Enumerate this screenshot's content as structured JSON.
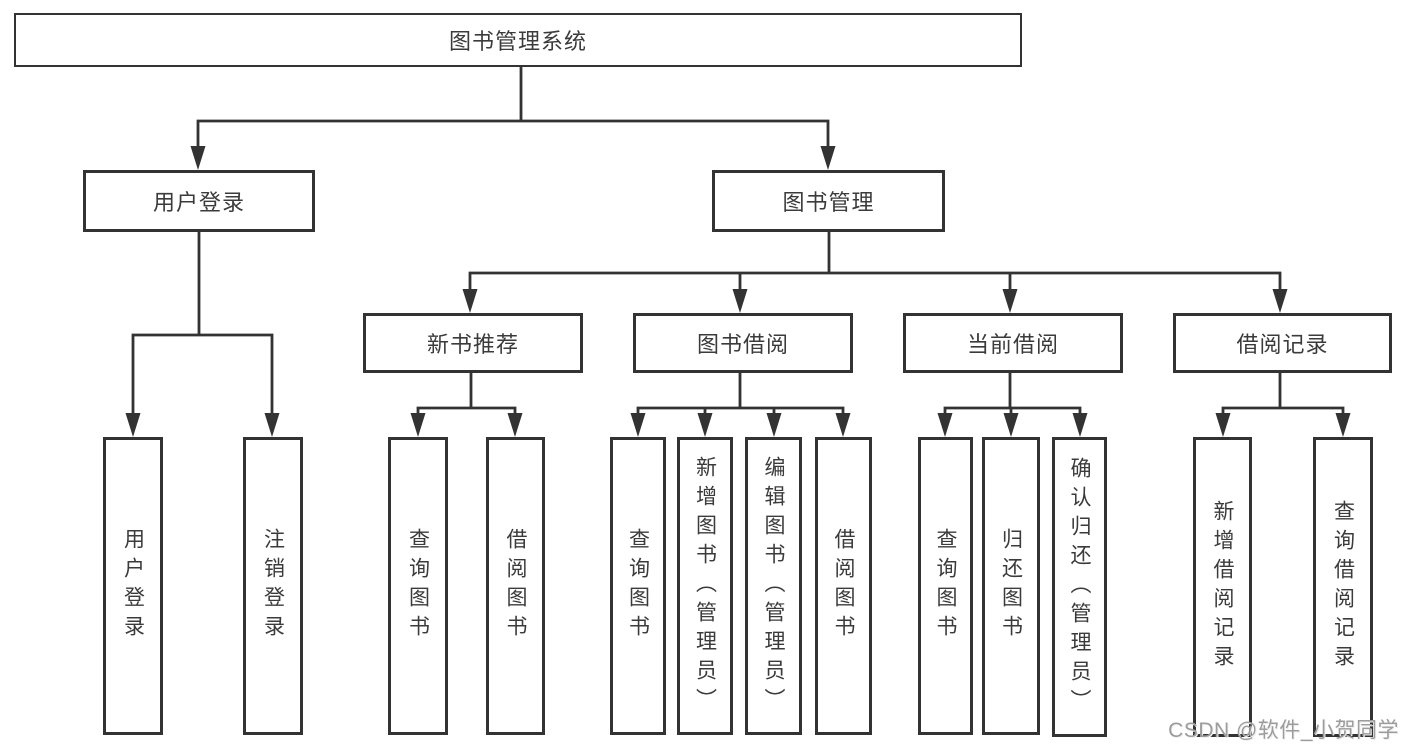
{
  "diagram": {
    "type": "hierarchy-tree",
    "colors": {
      "line": "#333333",
      "box_border": "#333333",
      "box_fill": "#ffffff",
      "text": "#3b3b3b",
      "background": "#ffffff",
      "watermark_text": "#9c9c9c"
    },
    "structure": {
      "图书管理系统": [
        "用户登录",
        "图书管理"
      ],
      "用户登录": [
        "用户登录",
        "注销登录"
      ],
      "图书管理": [
        "新书推荐",
        "图书借阅",
        "当前借阅",
        "借阅记录"
      ],
      "新书推荐": [
        "查询图书",
        "借阅图书"
      ],
      "图书借阅": [
        "查询图书",
        "新增图书（管理员）",
        "编辑图书（管理员）",
        "借阅图书"
      ],
      "当前借阅": [
        "查询图书",
        "归还图书",
        "确认归还（管理员）"
      ],
      "借阅记录": [
        "新增借阅记录",
        "查询借阅记录"
      ]
    }
  },
  "nodes": {
    "root": "图书管理系统",
    "user_login": "用户登录",
    "book_mgmt": "图书管理",
    "new_book_rec": "新书推荐",
    "book_borrow": "图书借阅",
    "current_borrow": "当前借阅",
    "borrow_records": "借阅记录",
    "ul_login": "用户登录",
    "ul_logout": "注销登录",
    "nb_query": "查询图书",
    "nb_borrow": "借阅图书",
    "bb_query": "查询图书",
    "bb_add": "新增图书（管理员）",
    "bb_edit": "编辑图书（管理员）",
    "bb_borrow": "借阅图书",
    "cb_query": "查询图书",
    "cb_return": "归还图书",
    "cb_confirm": "确认归还（管理员）",
    "br_add": "新增借阅记录",
    "br_query": "查询借阅记录"
  },
  "watermark": "CSDN @软件_小贺同学"
}
